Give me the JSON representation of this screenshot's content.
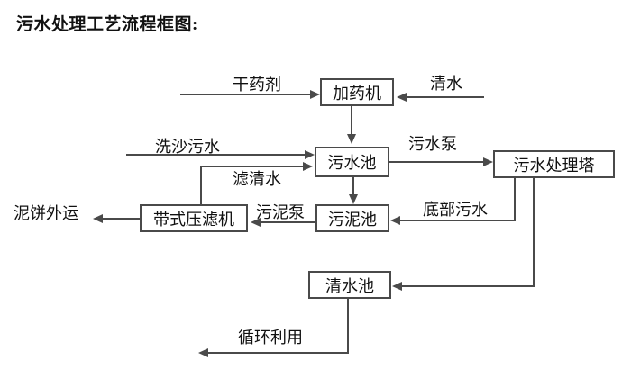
{
  "title": "污水处理工艺流程框图:",
  "diagram": {
    "nodes": {
      "dosing_machine": "加药机",
      "sewage_pool": "污水池",
      "sewage_treatment_tower": "污水处理塔",
      "sludge_pool": "污泥池",
      "belt_filter_press": "带式压滤机",
      "clean_water_pool": "清水池"
    },
    "flow_labels": {
      "dry_agent": "干药剂",
      "clean_water": "清水",
      "sand_washing_sewage": "洗沙污水",
      "filtered_water": "滤清水",
      "sewage_pump": "污水泵",
      "sludge_pump": "污泥泵",
      "mud_cake_transport": "泥饼外运",
      "bottom_sewage": "底部污水",
      "recycling_use": "循环利用"
    }
  },
  "colors": {
    "line": "#4a4a4a",
    "text": "#111111",
    "background": "#ffffff"
  }
}
